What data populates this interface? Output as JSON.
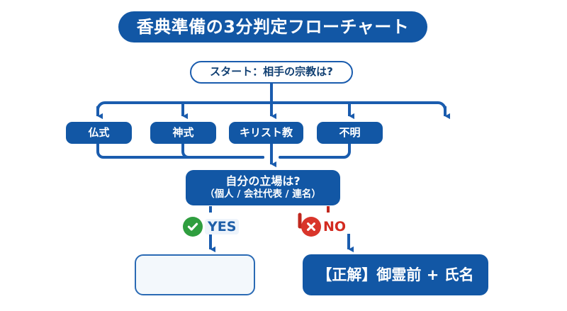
{
  "title": {
    "text": "香典準備の3分判定フローチャート",
    "bg_color": "#1257a5",
    "text_color": "#ffffff"
  },
  "start": {
    "label": "スタート：相手の宗教は?"
  },
  "branches": [
    {
      "label": "仏式"
    },
    {
      "label": "神式"
    },
    {
      "label": "キリスト教"
    },
    {
      "label": "不明"
    }
  ],
  "decision": {
    "line1": "自分の立場は?",
    "line2": "（個人 / 会社代表 / 連名）"
  },
  "markers": {
    "yes": {
      "label": "YES",
      "icon": "check-circle-icon",
      "color": "#2f9e3f",
      "text_color": "#1f5fa8"
    },
    "no": {
      "label": "NO",
      "icon": "x-circle-icon",
      "color": "#d9352b",
      "text_color": "#d32b20"
    }
  },
  "results": {
    "left": {
      "label": ""
    },
    "right": {
      "label": "【正解】御霊前 + 氏名"
    }
  },
  "colors": {
    "brand_blue": "#1257a5",
    "line_blue": "#1a5cae",
    "pale_fill": "#f3f8fc",
    "red_arrow": "#c0281e"
  }
}
